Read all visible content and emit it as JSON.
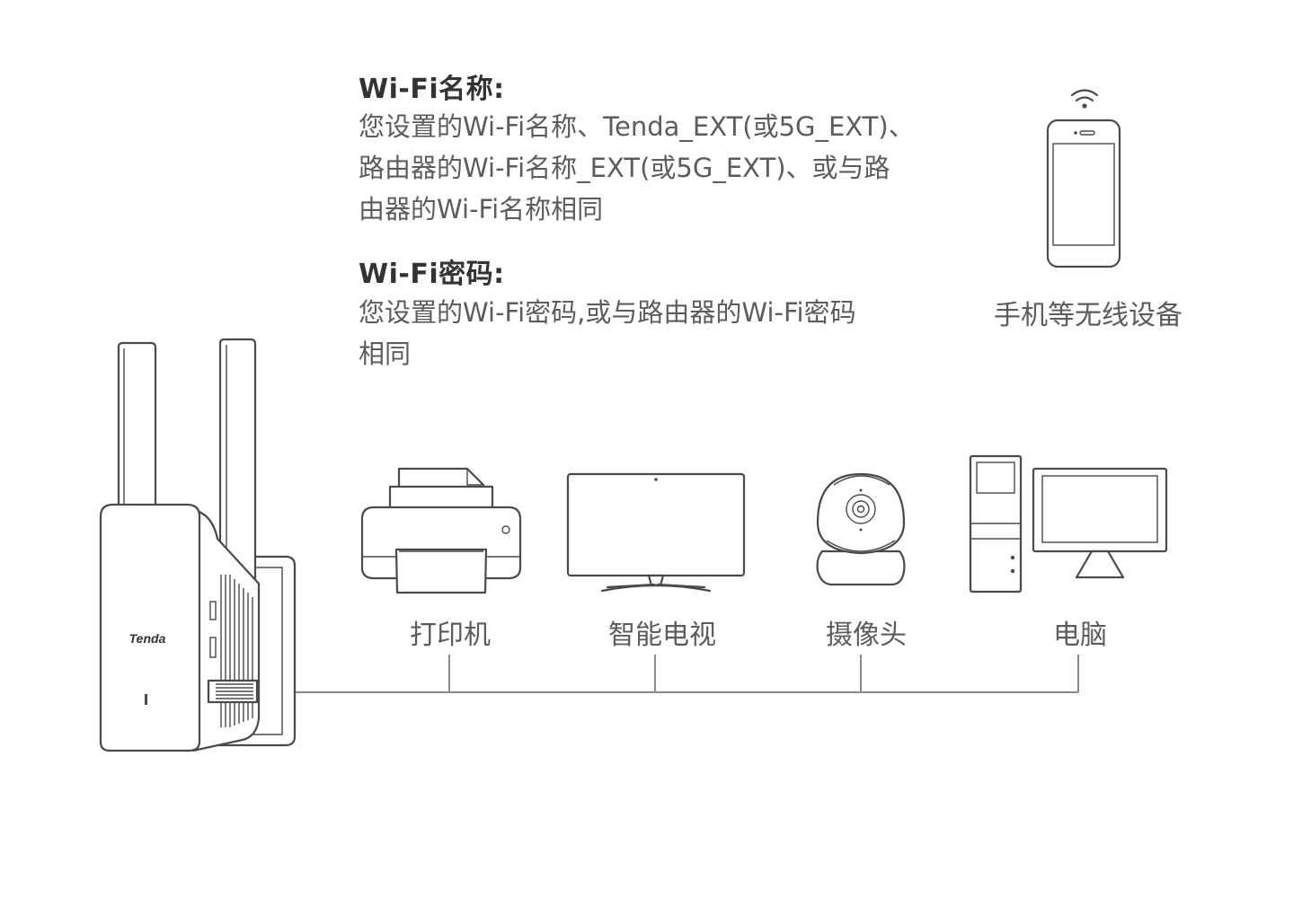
{
  "wifi_name": {
    "heading": "Wi-Fi名称:",
    "lines": [
      "您设置的Wi-Fi名称、Tenda_EXT(或5G_EXT)、",
      "路由器的Wi-Fi名称_EXT(或5G_EXT)、或与路",
      "由器的Wi-Fi名称相同"
    ]
  },
  "wifi_password": {
    "heading": "Wi-Fi密码:",
    "lines": [
      "您设置的Wi-Fi密码,或与路由器的Wi-Fi密码",
      "相同"
    ]
  },
  "wireless_device": {
    "label": "手机等无线设备",
    "icon": "smartphone-icon"
  },
  "extender": {
    "brand": "Tenda",
    "icon": "range-extender-icon"
  },
  "wired_devices": [
    {
      "label": "打印机",
      "icon": "printer-icon"
    },
    {
      "label": "智能电视",
      "icon": "smart-tv-icon"
    },
    {
      "label": "摄像头",
      "icon": "camera-icon"
    },
    {
      "label": "电脑",
      "icon": "desktop-computer-icon"
    }
  ],
  "colors": {
    "stroke": "#4a4a4c",
    "text": "#5c5c5e",
    "heading": "#333333",
    "line": "#8a8a8c"
  }
}
